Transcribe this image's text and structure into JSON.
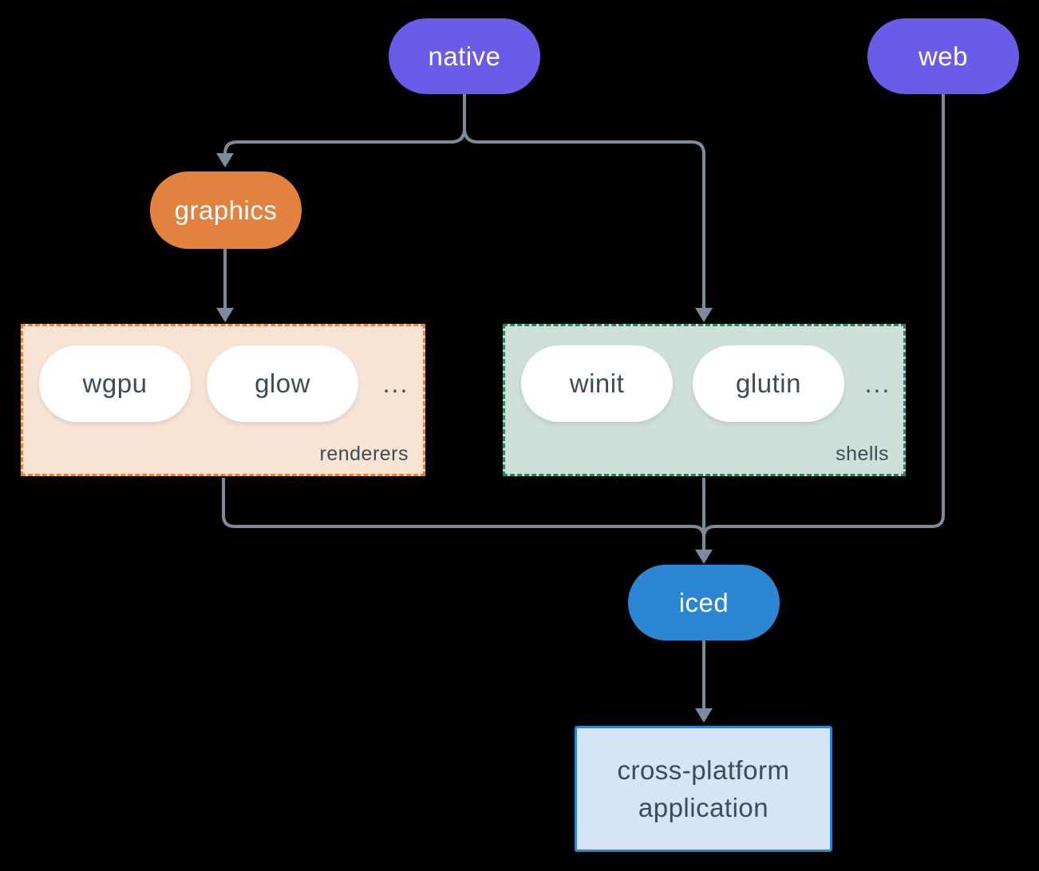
{
  "nodes": {
    "native": "native",
    "web": "web",
    "graphics": "graphics",
    "iced": "iced",
    "app_line1": "cross-platform",
    "app_line2": "application"
  },
  "groups": {
    "renderers": {
      "label": "renderers",
      "items": [
        "wgpu",
        "glow"
      ],
      "more": "..."
    },
    "shells": {
      "label": "shells",
      "items": [
        "winit",
        "glutin"
      ],
      "more": "..."
    }
  },
  "colors": {
    "purple": "#685ce8",
    "orange": "#e2823e",
    "blue": "#2d86d3",
    "renderers_bg": "#f9e4d4",
    "shells_bg": "#cfe0d9",
    "shells_border": "#2d7f6e",
    "app_bg": "#d5e5f7",
    "connector": "#7c8b9b",
    "text_dark": "#3d4b59",
    "background": "#000000"
  }
}
